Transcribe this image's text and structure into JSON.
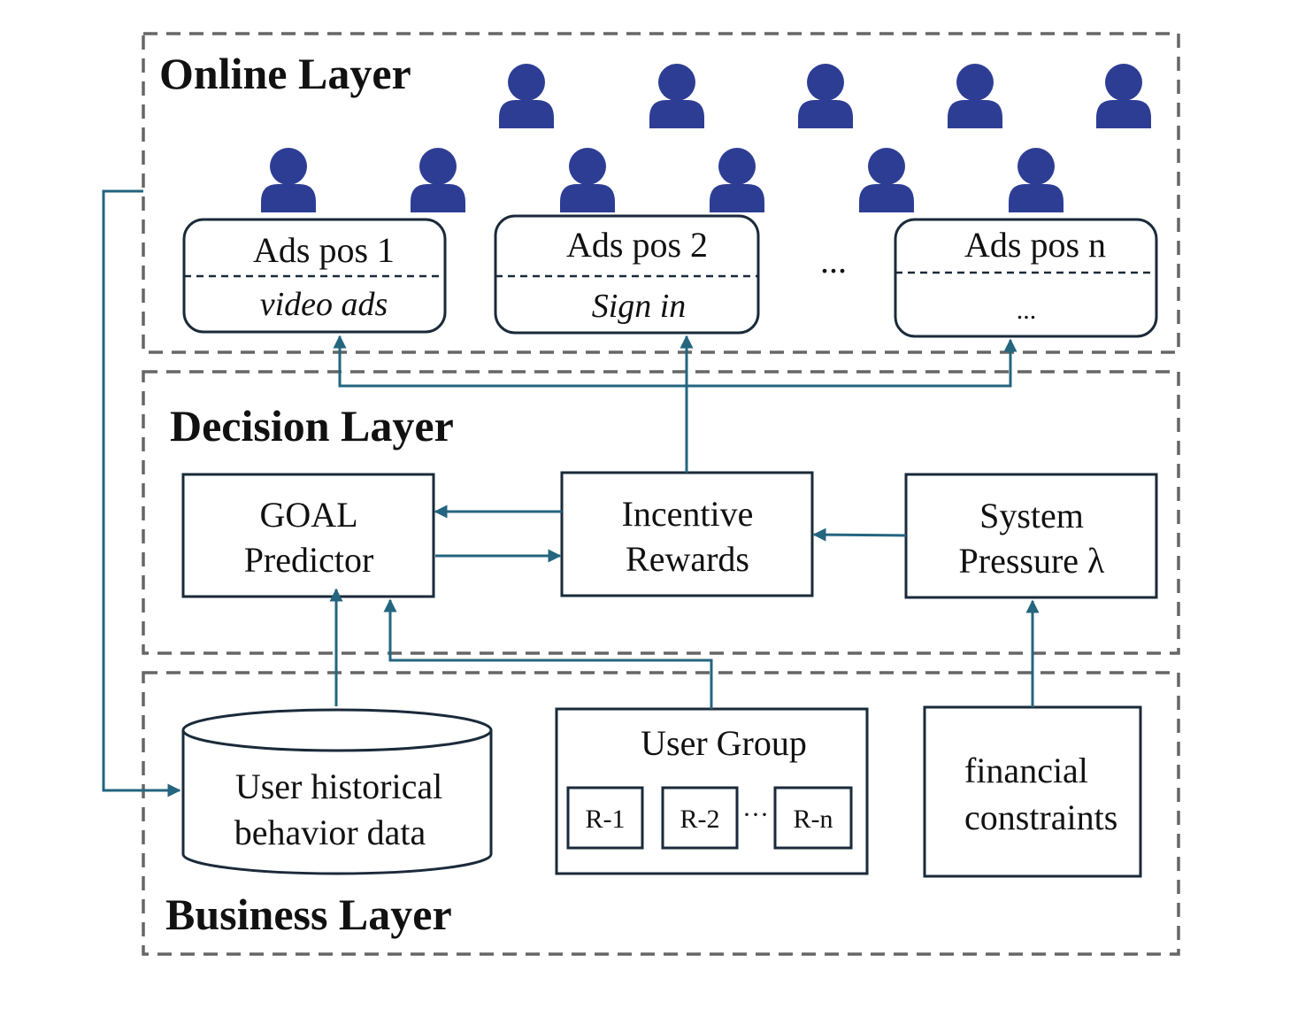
{
  "layers": {
    "online": "Online Layer",
    "decision": "Decision Layer",
    "business": "Business Layer"
  },
  "online": {
    "ads_positions": [
      {
        "name": "Ads pos 1",
        "content": "video ads"
      },
      {
        "name": "Ads pos 2",
        "content": "Sign in"
      },
      {
        "name": "Ads pos n",
        "content": "..."
      }
    ],
    "ellipsis": "...",
    "user_icon": "user-icon"
  },
  "decision": {
    "goal_predictor": {
      "line1": "GOAL",
      "line2": "Predictor"
    },
    "incentive_rewards": {
      "line1": "Incentive",
      "line2": "Rewards"
    },
    "system_pressure": {
      "line1": "System",
      "line2": "Pressure λ"
    }
  },
  "business": {
    "history_db": {
      "line1": "User historical",
      "line2": "behavior data"
    },
    "user_group": {
      "title": "User Group",
      "groups": [
        "R-1",
        "R-2",
        "R-n"
      ],
      "ellipsis": "···"
    },
    "financial": {
      "line1": "financial",
      "line2": "constraints"
    }
  },
  "colors": {
    "arrow": "#24657f",
    "user": "#2e3d94",
    "layer_border": "#666666"
  }
}
